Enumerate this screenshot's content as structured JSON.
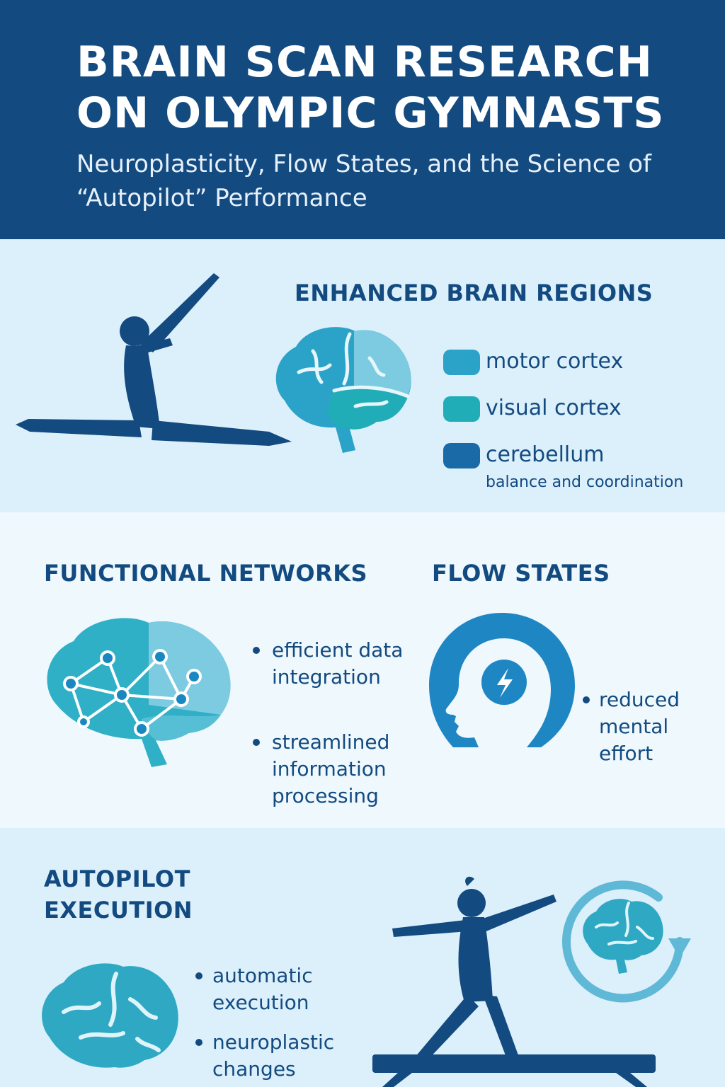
{
  "header": {
    "title": "BRAIN SCAN RESEARCH ON OLYMPIC GYMNASTS",
    "subtitle": "Neuroplasticity, Flow States, and the Science of “Autopilot” Performance"
  },
  "enhanced": {
    "heading": "ENHANCED BRAIN REGIONS",
    "legend": [
      {
        "label": "motor  cortex",
        "color": "#2ba3c9"
      },
      {
        "label": "visual cortex",
        "color": "#21adb8"
      },
      {
        "label": "cerebellum",
        "color": "#1a6aa8",
        "note": "balance and coordination"
      }
    ]
  },
  "networks": {
    "heading": "FUNCTIONAL NETWORKS",
    "bullets": [
      "efficient data integration",
      "streamlined information processing"
    ]
  },
  "flow": {
    "heading": "FLOW STATES",
    "bullets": [
      "reduced mental effort"
    ]
  },
  "autopilot": {
    "heading": "AUTOPILOT EXECUTION",
    "bullets": [
      "automatic execution",
      "neuroplastic changes"
    ]
  },
  "colors": {
    "navy": "#134a80",
    "teal": "#21adb8",
    "light_blue": "#dcf0fb",
    "accent": "#2a8ec6"
  },
  "icons": [
    "gymnast-leap-icon",
    "brain-regions-icon",
    "brain-network-icon",
    "head-lightning-icon",
    "brain-cycle-icon",
    "gymnast-beam-icon",
    "brain-icon"
  ]
}
